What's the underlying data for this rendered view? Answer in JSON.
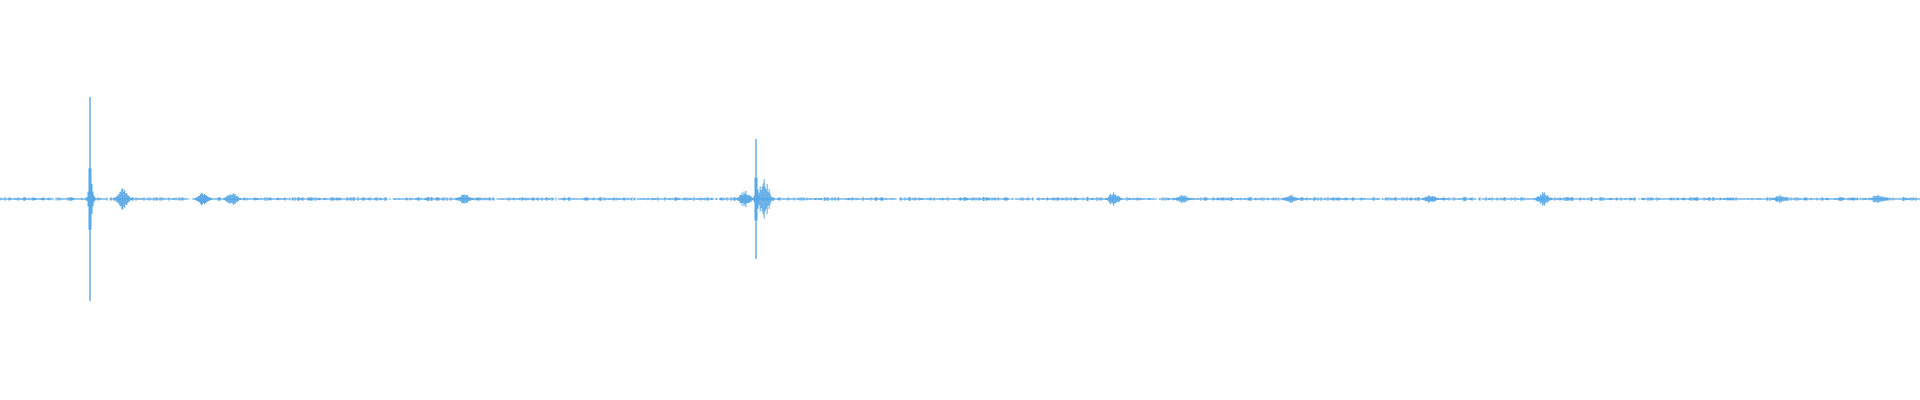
{
  "waveform": {
    "color": "#5aa9e6",
    "background": "#ffffff",
    "peaks": [
      {
        "position": 0.047,
        "amplitude": 0.51
      },
      {
        "position": 0.394,
        "amplitude": 0.3
      }
    ],
    "minor_peaks": [
      {
        "position": 0.064,
        "amplitude": 0.03
      },
      {
        "position": 0.106,
        "amplitude": 0.02
      },
      {
        "position": 0.121,
        "amplitude": 0.02
      },
      {
        "position": 0.242,
        "amplitude": 0.015
      },
      {
        "position": 0.388,
        "amplitude": 0.025
      },
      {
        "position": 0.398,
        "amplitude": 0.06
      },
      {
        "position": 0.58,
        "amplitude": 0.02
      },
      {
        "position": 0.616,
        "amplitude": 0.012
      },
      {
        "position": 0.672,
        "amplitude": 0.012
      },
      {
        "position": 0.745,
        "amplitude": 0.012
      },
      {
        "position": 0.804,
        "amplitude": 0.02
      },
      {
        "position": 0.927,
        "amplitude": 0.012
      },
      {
        "position": 0.978,
        "amplitude": 0.015
      }
    ],
    "gaps": [
      0.028,
      0.056,
      0.099,
      0.152,
      0.203,
      0.257,
      0.289,
      0.33,
      0.373,
      0.428,
      0.468,
      0.527,
      0.538,
      0.602,
      0.667,
      0.72,
      0.744,
      0.77,
      0.801,
      0.853,
      0.921,
      0.968,
      0.975
    ]
  }
}
